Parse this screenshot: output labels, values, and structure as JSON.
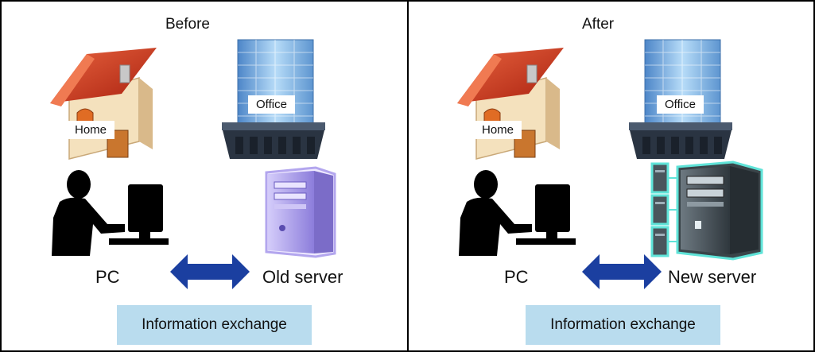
{
  "panels": [
    {
      "id": "before",
      "title": "Before",
      "home_label": "Home",
      "office_label": "Office",
      "pc_label": "PC",
      "server_label": "Old server",
      "exchange_label": "Information exchange"
    },
    {
      "id": "after",
      "title": "After",
      "home_label": "Home",
      "office_label": "Office",
      "pc_label": "PC",
      "server_label": "New server",
      "exchange_label": "Information exchange"
    }
  ],
  "colors": {
    "arrow": "#1b3fa0",
    "exchange_box": "#b9dcee",
    "old_server": "#b3a6ee",
    "new_server": "#4a555c",
    "new_server_glow": "#5fe3d8",
    "roof": "#d2391d",
    "house_wall": "#f4e1bd",
    "building_glass": "#7fb4e6"
  },
  "icons": [
    "house-icon",
    "office-building-icon",
    "person-at-computer-icon",
    "server-icon",
    "double-arrow-icon"
  ]
}
